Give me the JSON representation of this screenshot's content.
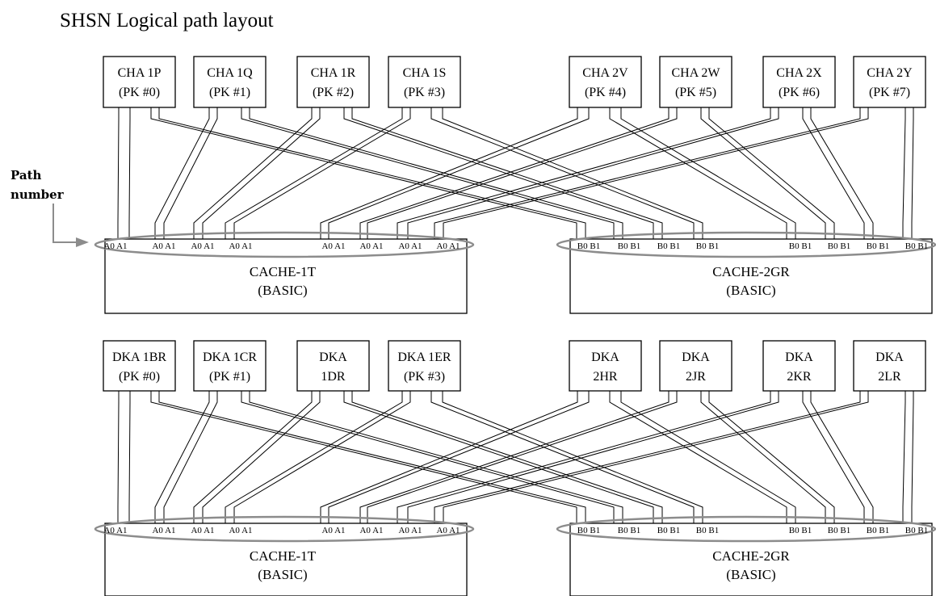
{
  "title": "SHSN Logical path layout",
  "annotation": {
    "line1": "Path",
    "line2": "number"
  },
  "sections": [
    {
      "packages": [
        {
          "line1": "CHA 1P",
          "line2": "(PK #0)"
        },
        {
          "line1": "CHA 1Q",
          "line2": "(PK #1)"
        },
        {
          "line1": "CHA 1R",
          "line2": "(PK #2)"
        },
        {
          "line1": "CHA 1S",
          "line2": "(PK #3)"
        },
        {
          "line1": "CHA 2V",
          "line2": "(PK #4)"
        },
        {
          "line1": "CHA 2W",
          "line2": "(PK #5)"
        },
        {
          "line1": "CHA 2X",
          "line2": "(PK #6)"
        },
        {
          "line1": "CHA 2Y",
          "line2": "(PK #7)"
        }
      ],
      "caches": [
        {
          "line1": "CACHE-1T",
          "line2": "(BASIC)",
          "ports": [
            "A0 A1",
            "A0 A1",
            "A0 A1",
            "A0 A1",
            "A0 A1",
            "A0 A1",
            "A0 A1",
            "A0 A1"
          ]
        },
        {
          "line1": "CACHE-2GR",
          "line2": "(BASIC)",
          "ports": [
            "B0 B1",
            "B0 B1",
            "B0 B1",
            "B0 B1",
            "B0 B1",
            "B0 B1",
            "B0 B1",
            "B0 B1"
          ]
        }
      ]
    },
    {
      "packages": [
        {
          "line1": "DKA 1BR",
          "line2": "(PK #0)"
        },
        {
          "line1": "DKA 1CR",
          "line2": "(PK #1)"
        },
        {
          "line1": "DKA",
          "line2": "1DR"
        },
        {
          "line1": "DKA 1ER",
          "line2": "(PK #3)"
        },
        {
          "line1": "DKA",
          "line2": "2HR"
        },
        {
          "line1": "DKA",
          "line2": "2JR"
        },
        {
          "line1": "DKA",
          "line2": "2KR"
        },
        {
          "line1": "DKA",
          "line2": "2LR"
        }
      ],
      "caches": [
        {
          "line1": "CACHE-1T",
          "line2": "(BASIC)",
          "ports": [
            "A0 A1",
            "A0 A1",
            "A0 A1",
            "A0 A1",
            "A0 A1",
            "A0 A1",
            "A0 A1",
            "A0 A1"
          ]
        },
        {
          "line1": "CACHE-2GR",
          "line2": "(BASIC)",
          "ports": [
            "B0 B1",
            "B0 B1",
            "B0 B1",
            "B0 B1",
            "B0 B1",
            "B0 B1",
            "B0 B1",
            "B0 B1"
          ]
        }
      ]
    }
  ]
}
